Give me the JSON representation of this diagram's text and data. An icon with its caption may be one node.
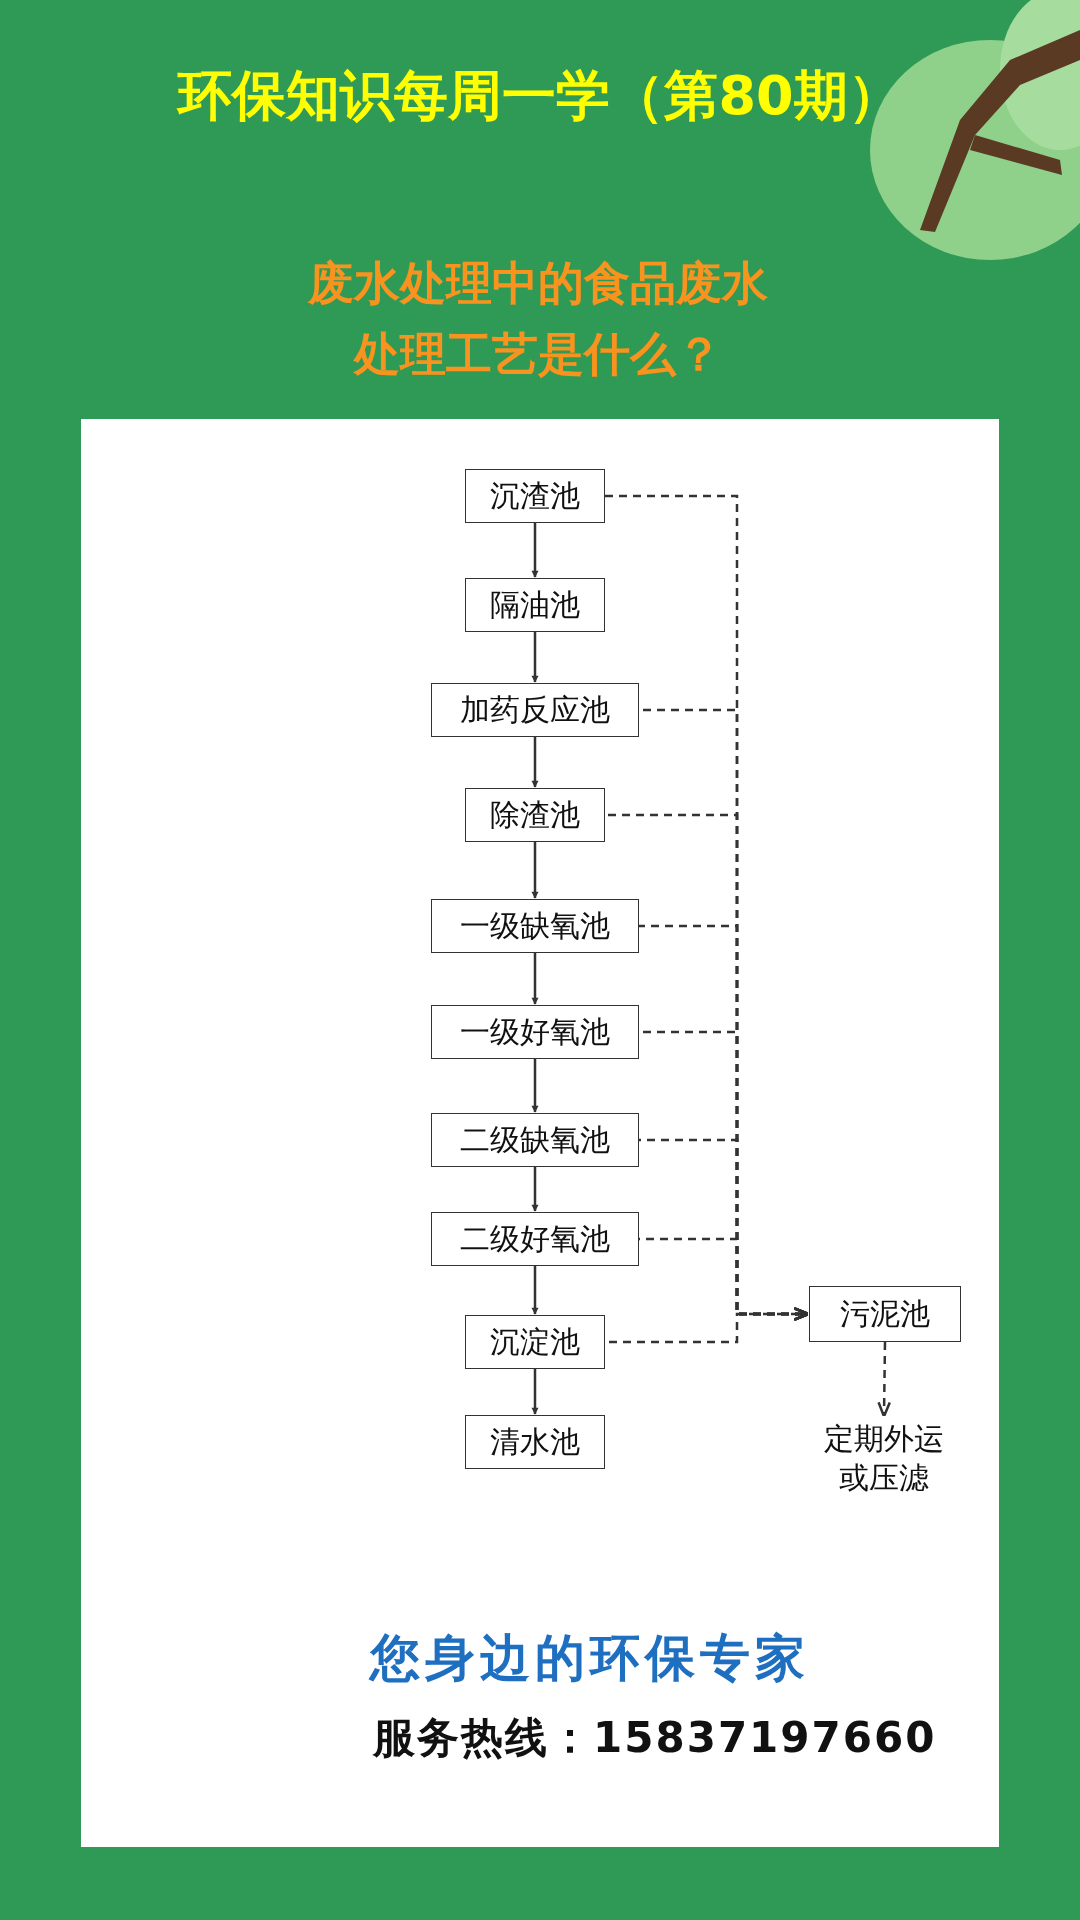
{
  "diagram": {
    "title": "环保知识每周一学（第80期）",
    "caption": "废水处理中的食品废水处理工艺是什么？",
    "nodes": [
      {
        "text": [
          "沉渣池"
        ]
      },
      {
        "text": [
          "隔油池"
        ]
      },
      {
        "text": [
          "加药反应池"
        ]
      },
      {
        "text": [
          "除渣池"
        ]
      },
      {
        "text": [
          "一级缺氧池"
        ]
      },
      {
        "text": [
          "一级好氧池"
        ]
      },
      {
        "text": [
          "二级缺氧池"
        ]
      },
      {
        "text": [
          "二级好氧池"
        ]
      },
      {
        "text": [
          "沉淀池"
        ]
      },
      {
        "text": [
          "清水池"
        ]
      },
      {
        "text": [
          "污泥池"
        ]
      },
      {
        "text": [
          "定期外运或压滤"
        ]
      }
    ],
    "edges": [
      {
        "from": 0,
        "to": 1,
        "arrow": "to"
      },
      {
        "from": 1,
        "to": 2,
        "arrow": "to"
      },
      {
        "from": 2,
        "to": 3,
        "arrow": "to"
      },
      {
        "from": 3,
        "to": 4,
        "arrow": "to"
      },
      {
        "from": 4,
        "to": 5,
        "arrow": "to"
      },
      {
        "from": 5,
        "to": 6,
        "arrow": "to"
      },
      {
        "from": 6,
        "to": 7,
        "arrow": "to"
      },
      {
        "from": 7,
        "to": 8,
        "arrow": "to"
      },
      {
        "from": 8,
        "to": 9,
        "arrow": "to"
      },
      {
        "from": 0,
        "to": 10,
        "arrow": "to",
        "style": "dashed"
      },
      {
        "from": 2,
        "to": 10,
        "arrow": "to",
        "style": "dashed"
      },
      {
        "from": 3,
        "to": 10,
        "arrow": "to",
        "style": "dashed"
      },
      {
        "from": 4,
        "to": 10,
        "arrow": "to",
        "style": "dashed"
      },
      {
        "from": 5,
        "to": 10,
        "arrow": "to",
        "style": "dashed"
      },
      {
        "from": 6,
        "to": 10,
        "arrow": "to",
        "style": "dashed"
      },
      {
        "from": 7,
        "to": 10,
        "arrow": "to",
        "style": "dashed"
      },
      {
        "from": 8,
        "to": 10,
        "arrow": "to",
        "style": "dashed"
      },
      {
        "from": 10,
        "to": 11,
        "arrow": "to",
        "style": "dashed"
      }
    ],
    "labels": [
      "您身边的环保专家",
      "服务热线：15837197660"
    ]
  }
}
